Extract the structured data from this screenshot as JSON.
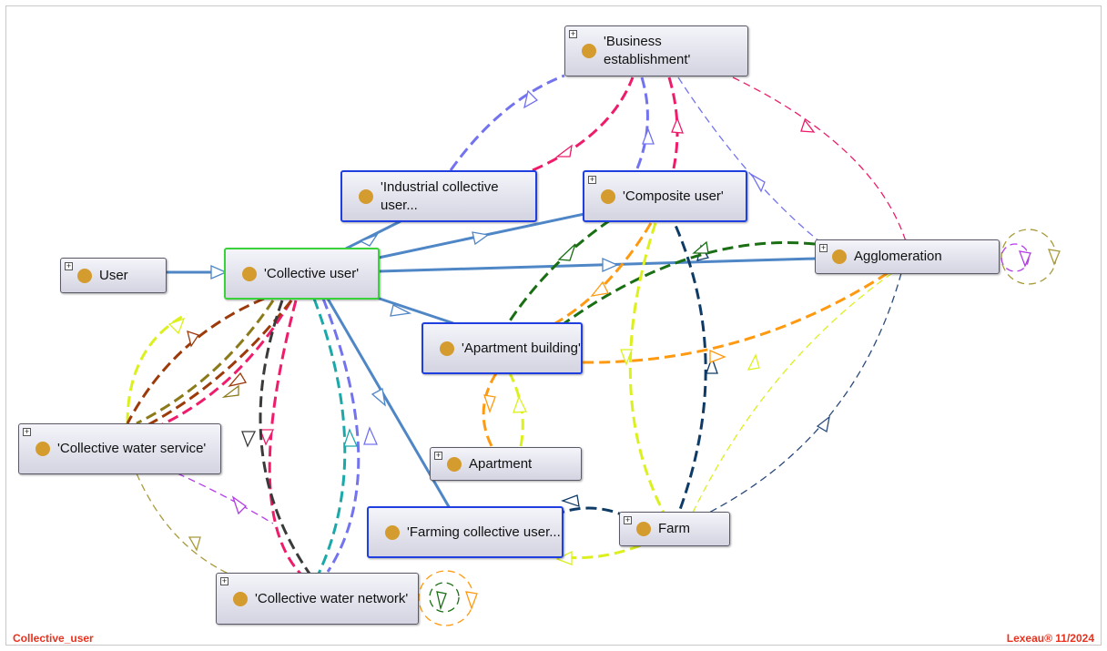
{
  "nodes": {
    "business": "'Business establishment'",
    "industrial": "'Industrial collective user...",
    "composite": "'Composite user'",
    "user": "User",
    "collective_user": "'Collective user'",
    "agglomeration": "Agglomeration",
    "apartment_building": "'Apartment building'",
    "collective_water_service": "'Collective water service'",
    "apartment": "Apartment",
    "farming": "'Farming collective user...",
    "farm": "Farm",
    "collective_water_network": "'Collective water network'"
  },
  "footer": {
    "left": "Collective_user",
    "right": "Lexeau® 11/2024"
  },
  "edge_colors": {
    "subclass": "#4f86c6",
    "navy": "#0e3a66",
    "green": "#1a6f14",
    "orange": "#ff9a10",
    "lime": "#dcf01e",
    "magenta": "#ee1c6a",
    "periwinkle": "#7373f0",
    "brown": "#9c3a0a",
    "teal": "#1aa8a8",
    "dark": "#3a3a3a",
    "olive": "#a89a3a",
    "violet": "#b33ce6"
  }
}
